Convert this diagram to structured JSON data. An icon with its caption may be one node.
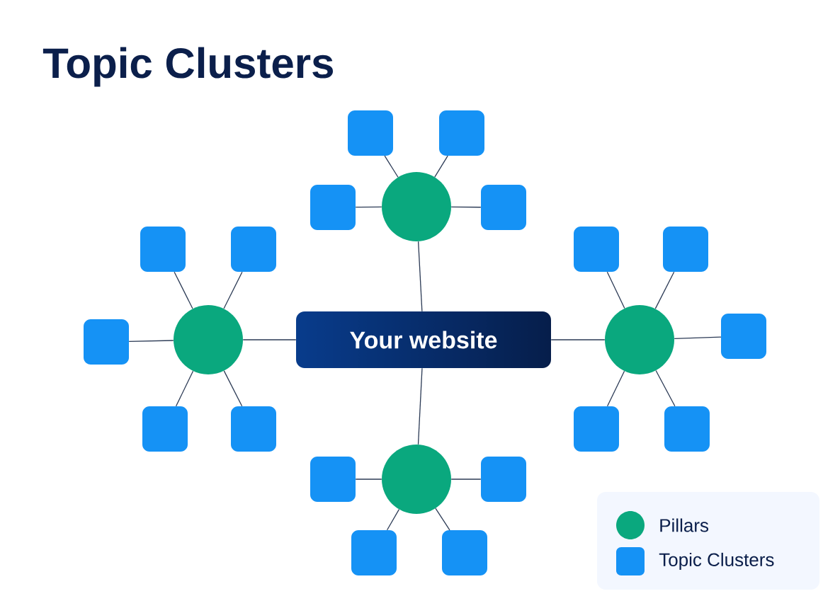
{
  "diagram": {
    "title": "Topic Clusters",
    "nodes": [
      {
        "text": [
          "Your website"
        ]
      },
      {
        "text": [],
        "shape": "circle"
      },
      {
        "text": [],
        "shape": "circle"
      },
      {
        "text": [],
        "shape": "circle"
      },
      {
        "text": [],
        "shape": "circle"
      },
      {
        "text": [],
        "shape": "box"
      },
      {
        "text": [],
        "shape": "box"
      },
      {
        "text": [],
        "shape": "box"
      },
      {
        "text": [],
        "shape": "box"
      },
      {
        "text": [],
        "shape": "box"
      },
      {
        "text": [],
        "shape": "box"
      },
      {
        "text": [],
        "shape": "box"
      },
      {
        "text": [],
        "shape": "box"
      },
      {
        "text": [],
        "shape": "box"
      },
      {
        "text": [],
        "shape": "box"
      },
      {
        "text": [],
        "shape": "box"
      },
      {
        "text": [],
        "shape": "box"
      },
      {
        "text": [],
        "shape": "box"
      },
      {
        "text": [],
        "shape": "box"
      },
      {
        "text": [],
        "shape": "box"
      },
      {
        "text": [],
        "shape": "box"
      },
      {
        "text": [],
        "shape": "box"
      },
      {
        "text": [],
        "shape": "box"
      }
    ],
    "edges": [
      {
        "from": 0,
        "to": 1,
        "arrow": "none"
      },
      {
        "from": 0,
        "to": 2,
        "arrow": "none"
      },
      {
        "from": 0,
        "to": 3,
        "arrow": "none"
      },
      {
        "from": 0,
        "to": 4,
        "arrow": "none"
      },
      {
        "from": 1,
        "to": 5,
        "arrow": "none"
      },
      {
        "from": 1,
        "to": 6,
        "arrow": "none"
      },
      {
        "from": 1,
        "to": 7,
        "arrow": "none"
      },
      {
        "from": 1,
        "to": 8,
        "arrow": "none"
      },
      {
        "from": 2,
        "to": 9,
        "arrow": "none"
      },
      {
        "from": 2,
        "to": 10,
        "arrow": "none"
      },
      {
        "from": 2,
        "to": 13,
        "arrow": "none"
      },
      {
        "from": 2,
        "to": 15,
        "arrow": "none"
      },
      {
        "from": 2,
        "to": 16,
        "arrow": "none"
      },
      {
        "from": 3,
        "to": 11,
        "arrow": "none"
      },
      {
        "from": 3,
        "to": 12,
        "arrow": "none"
      },
      {
        "from": 3,
        "to": 14,
        "arrow": "none"
      },
      {
        "from": 3,
        "to": 17,
        "arrow": "none"
      },
      {
        "from": 3,
        "to": 18,
        "arrow": "none"
      },
      {
        "from": 4,
        "to": 19,
        "arrow": "none"
      },
      {
        "from": 4,
        "to": 20,
        "arrow": "none"
      },
      {
        "from": 4,
        "to": 21,
        "arrow": "none"
      },
      {
        "from": 4,
        "to": 22,
        "arrow": "none"
      }
    ],
    "legend": [
      {
        "text": "Pillars",
        "color": "#0aa87e"
      },
      {
        "text": "Topic Clusters",
        "color": "#1592f5"
      }
    ]
  }
}
